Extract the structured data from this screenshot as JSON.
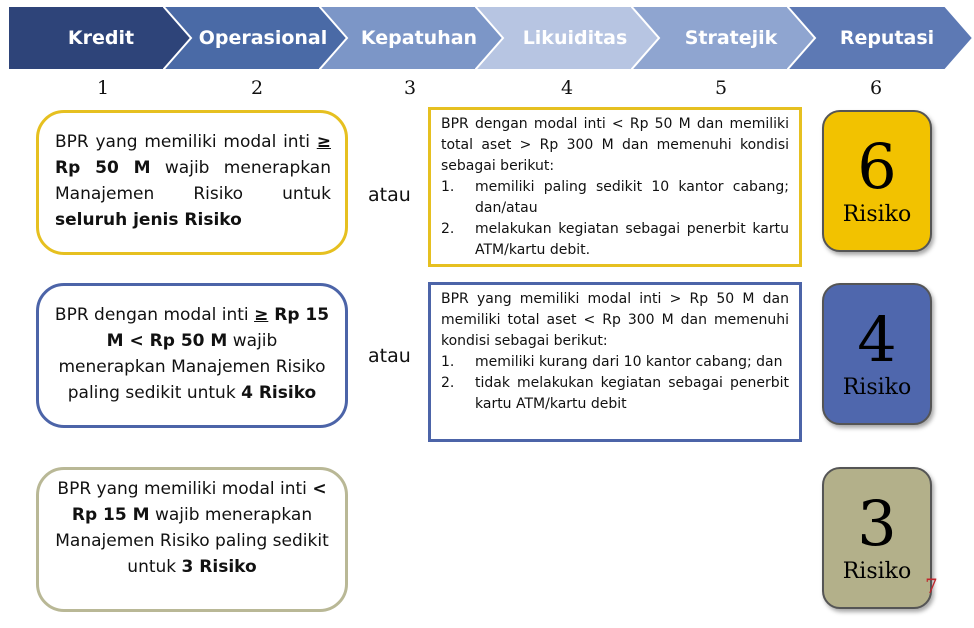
{
  "header": {
    "steps": [
      {
        "label": "Kredit",
        "color": "#2e4479"
      },
      {
        "label": "Operasional",
        "color": "#4a6aa6"
      },
      {
        "label": "Kepatuhan",
        "color": "#7c96c7"
      },
      {
        "label": "Likuiditas",
        "color": "#b7c5e2"
      },
      {
        "label": "Stratejik",
        "color": "#8fa5d0"
      },
      {
        "label": "Reputasi",
        "color": "#5d79b4"
      }
    ],
    "numbers": [
      "1",
      "2",
      "3",
      "4",
      "5",
      "6"
    ]
  },
  "rules": [
    {
      "border_color": "#e6c020",
      "p1": "BPR yang memiliki modal inti ",
      "p1_sym": "≥",
      "p2": "Rp 50 M",
      "p3": " wajib menerapkan Manajemen Risiko untuk ",
      "p4": "seluruh jenis Risiko"
    },
    {
      "border_color": "#4c64a8",
      "p1": "BPR dengan modal inti ",
      "p1_sym": "≥",
      "p2": " Rp 15 M < Rp 50 M",
      "p3": " wajib menerapkan Manajemen Risiko paling sedikit untuk ",
      "p4": "4 Risiko"
    },
    {
      "border_color": "#b9b896",
      "p1": "BPR yang memiliki modal inti ",
      "p1_sym": "<",
      "p2": " Rp 15 M",
      "p3": " wajib menerapkan Manajemen Risiko paling sedikit untuk ",
      "p4": "3 Risiko"
    }
  ],
  "or_label": "atau",
  "criteria": [
    {
      "border_color": "#e6c020",
      "intro": "BPR dengan modal inti  < Rp 50 M dan memiliki total aset > Rp 300 M dan memenuhi kondisi sebagai berikut:",
      "items": [
        {
          "n": "1.",
          "text": "memiliki paling sedikit 10 kantor cabang; dan/atau"
        },
        {
          "n": "2.",
          "text": "melakukan kegiatan sebagai penerbit kartu ATM/kartu debit."
        }
      ]
    },
    {
      "border_color": "#4c64a8",
      "intro": "BPR yang memiliki modal inti > Rp 50 M dan memiliki total aset < Rp 300 M dan memenuhi kondisi sebagai berikut:",
      "items": [
        {
          "n": "1.",
          "text": "memiliki kurang dari 10 kantor cabang; dan"
        },
        {
          "n": "2.",
          "text": "tidak melakukan kegiatan sebagai penerbit kartu ATM/kartu debit"
        }
      ]
    }
  ],
  "counts": [
    {
      "value": "6",
      "label": "Risiko",
      "color": "#f2c200"
    },
    {
      "value": "4",
      "label": "Risiko",
      "color": "#4f67ad"
    },
    {
      "value": "3",
      "label": "Risiko",
      "color": "#b3b08a"
    }
  ],
  "page_number": "7"
}
